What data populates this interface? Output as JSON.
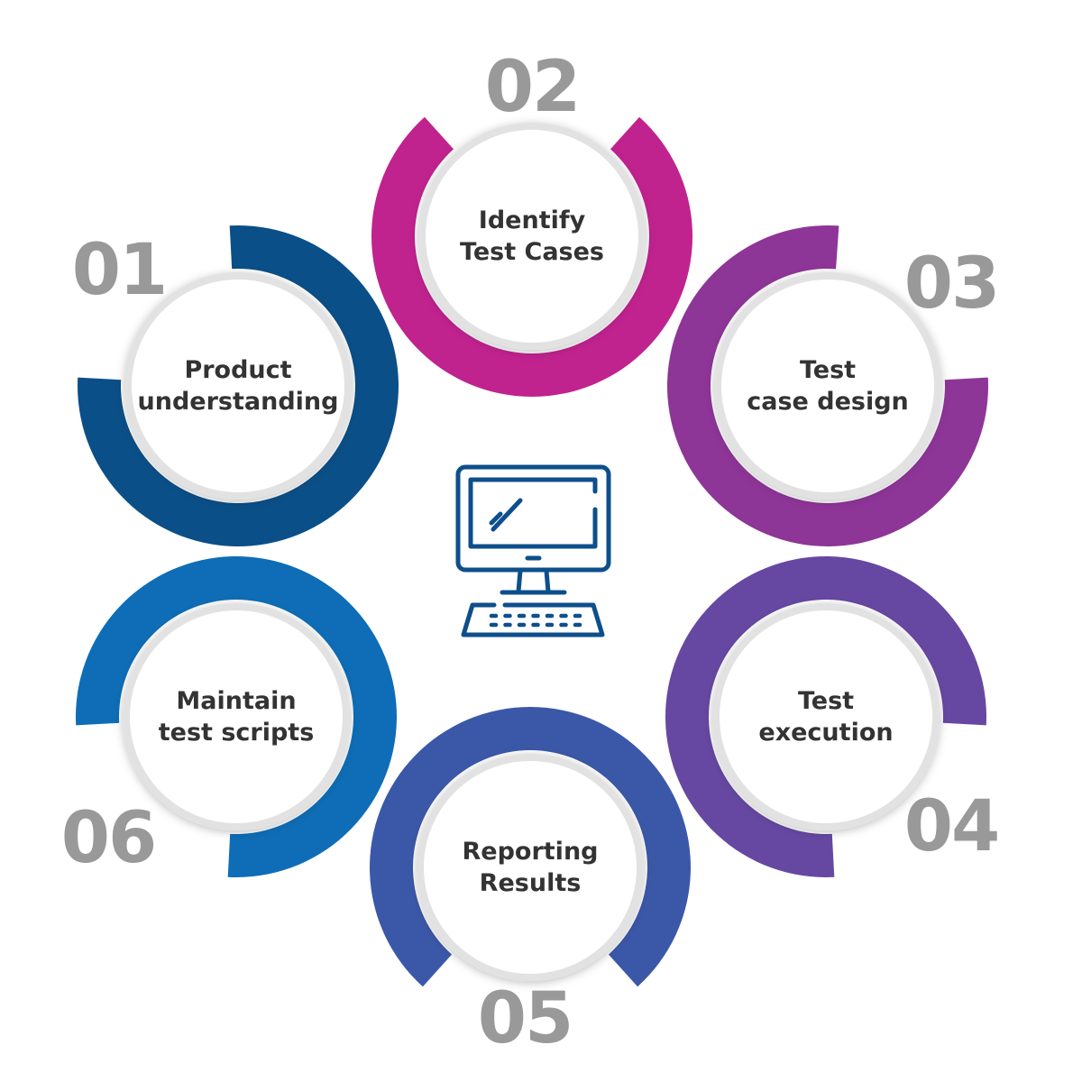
{
  "steps": [
    {
      "number": "01",
      "label_line1": "Product",
      "label_line2": "understanding",
      "color": "#0b4f88"
    },
    {
      "number": "02",
      "label_line1": "Identify",
      "label_line2": "Test Cases",
      "color": "#c0228e"
    },
    {
      "number": "03",
      "label_line1": "Test",
      "label_line2": "case design",
      "color": "#8e3598"
    },
    {
      "number": "04",
      "label_line1": "Test",
      "label_line2": "execution",
      "color": "#6648a2"
    },
    {
      "number": "05",
      "label_line1": "Reporting",
      "label_line2": "Results",
      "color": "#3b58a8"
    },
    {
      "number": "06",
      "label_line1": "Maintain",
      "label_line2": "test scripts",
      "color": "#0e6db6"
    }
  ],
  "center_icon": {
    "name": "computer-icon",
    "color": "#0d4f8b"
  },
  "number_color": "#999999"
}
